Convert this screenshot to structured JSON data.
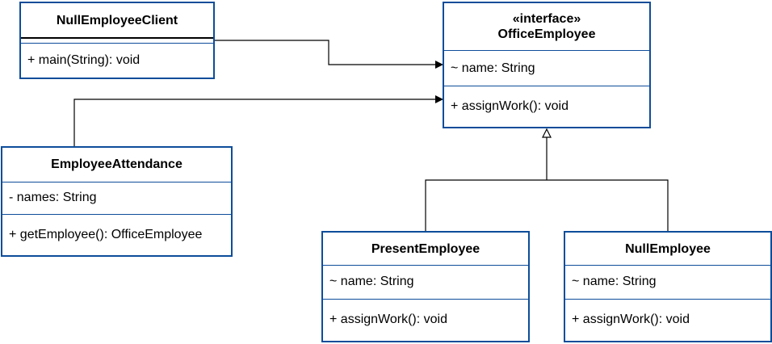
{
  "classes": {
    "client": {
      "name": "NullEmployeeClient",
      "methods": [
        "+ main(String): void"
      ]
    },
    "office_employee": {
      "stereotype": "«interface»",
      "name": "OfficeEmployee",
      "attributes": [
        "~ name: String"
      ],
      "methods": [
        "+ assignWork(): void"
      ]
    },
    "attendance": {
      "name": "EmployeeAttendance",
      "attributes": [
        "- names: String"
      ],
      "methods": [
        "+ getEmployee(): OfficeEmployee"
      ]
    },
    "present": {
      "name": "PresentEmployee",
      "attributes": [
        "~ name: String"
      ],
      "methods": [
        "+ assignWork(): void"
      ]
    },
    "null_employee": {
      "name": "NullEmployee",
      "attributes": [
        "~ name: String"
      ],
      "methods": [
        "+ assignWork(): void"
      ]
    }
  },
  "relations": [
    {
      "from": "NullEmployeeClient",
      "to": "OfficeEmployee",
      "kind": "association"
    },
    {
      "from": "EmployeeAttendance",
      "to": "OfficeEmployee",
      "kind": "association"
    },
    {
      "from": "PresentEmployee",
      "to": "OfficeEmployee",
      "kind": "realization"
    },
    {
      "from": "NullEmployee",
      "to": "OfficeEmployee",
      "kind": "realization"
    }
  ],
  "colors": {
    "class_border": "#0d4d9a",
    "connector": "#000000",
    "background": "#ffffff"
  }
}
